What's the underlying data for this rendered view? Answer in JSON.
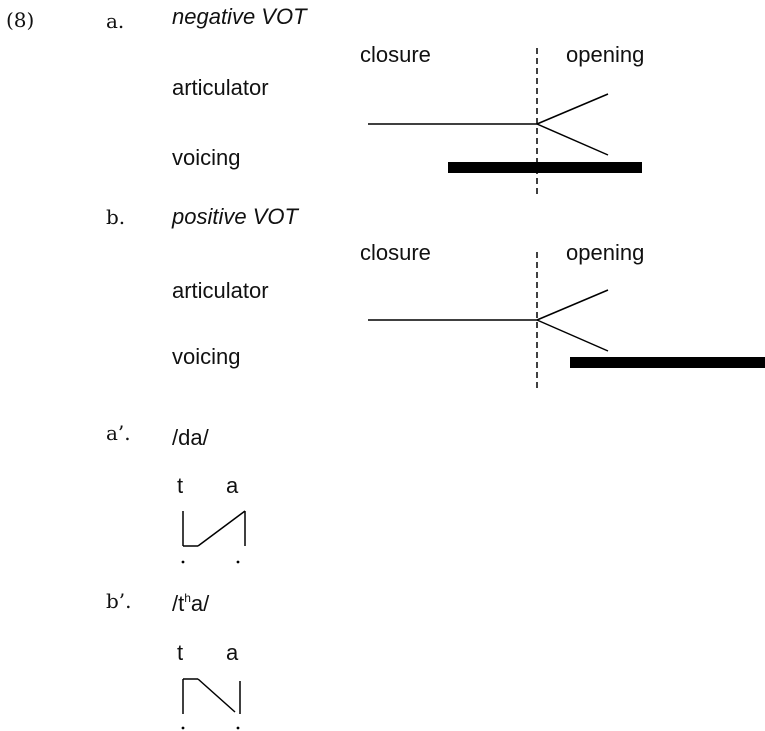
{
  "example_number": "(8)",
  "panel_a": {
    "label": "a.",
    "title": "negative VOT",
    "closure_label": "closure",
    "opening_label": "opening",
    "articulator_label": "articulator",
    "voicing_label": "voicing"
  },
  "panel_b": {
    "label": "b.",
    "title": "positive VOT",
    "closure_label": "closure",
    "opening_label": "opening",
    "articulator_label": "articulator",
    "voicing_label": "voicing"
  },
  "panel_a_prime": {
    "label": "a’.",
    "form": "/da/",
    "segment_left": "t",
    "segment_right": "a"
  },
  "panel_b_prime": {
    "label": "b’.",
    "form_before": "/t",
    "form_sup": "h",
    "form_after": "a/",
    "segment_left": "t",
    "segment_right": "a"
  }
}
